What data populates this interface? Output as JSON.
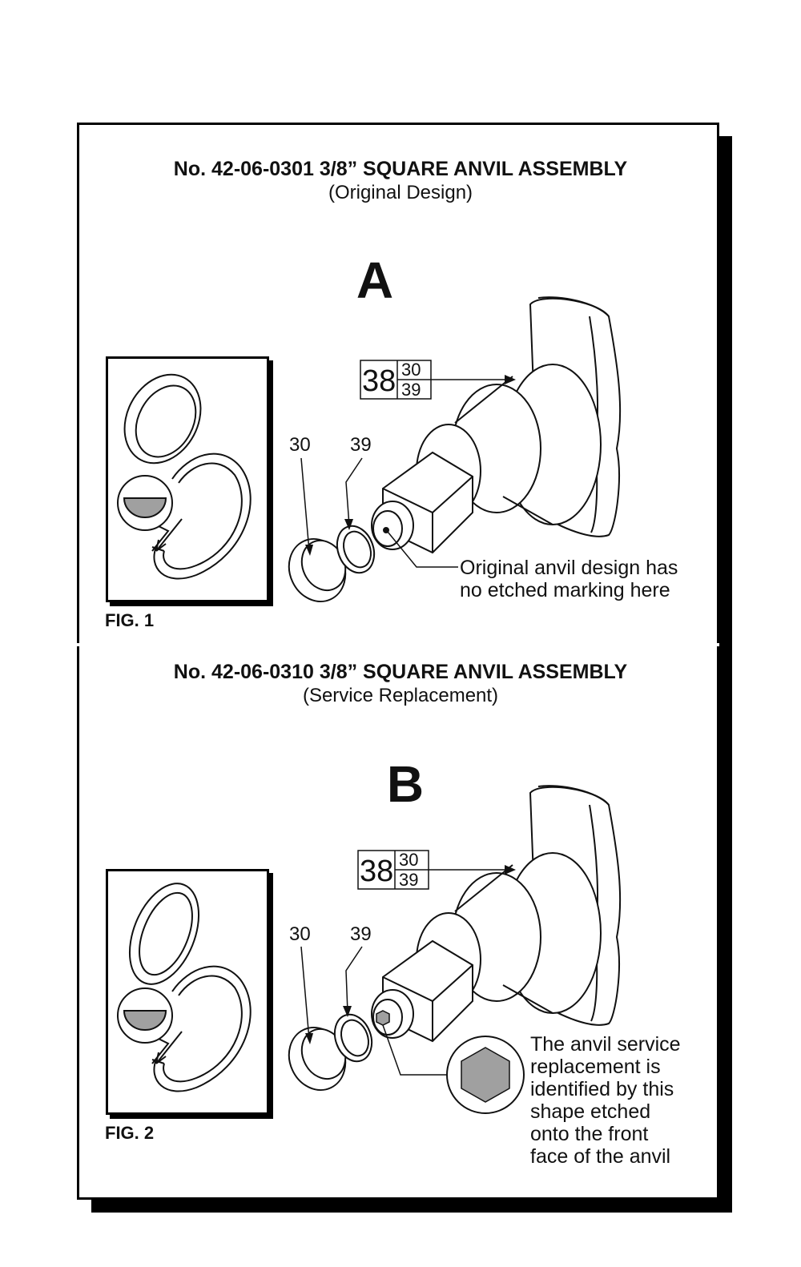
{
  "sections": [
    {
      "title": "No. 42-06-0301 3/8” SQUARE ANVIL ASSEMBLY",
      "subtitle": "(Original Design)",
      "letter": "A",
      "figure_label": "FIG. 1",
      "callout": "Original anvil design has\nno etched marking here",
      "part_numbers": {
        "assembly": "38",
        "upper": "30",
        "lower": "39",
        "ring": "30",
        "oring": "39"
      }
    },
    {
      "title": "No. 42-06-0310 3/8” SQUARE ANVIL ASSEMBLY",
      "subtitle": "(Service Replacement)",
      "letter": "B",
      "figure_label": "FIG. 2",
      "callout": "The anvil service\nreplacement is\nidentified by this\nshape etched\nonto the front\nface of the anvil",
      "part_numbers": {
        "assembly": "38",
        "upper": "30",
        "lower": "39",
        "ring": "30",
        "oring": "39"
      }
    }
  ],
  "colors": {
    "line": "#111111",
    "fill_gray": "#a0a0a0",
    "shadow": "#000000"
  },
  "icons": {
    "etched_mark": "hexagon-icon"
  }
}
